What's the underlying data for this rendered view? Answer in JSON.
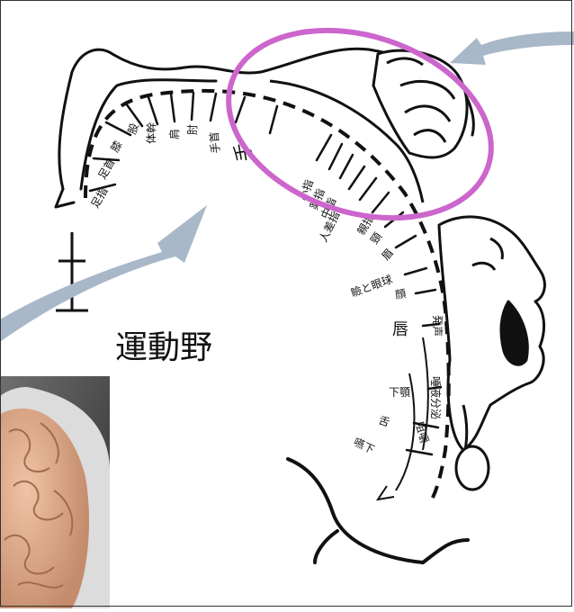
{
  "diagram": {
    "title": "運動野",
    "labels": {
      "foot_fingers": "足指",
      "ankle": "足首",
      "knee": "膝",
      "hip": "股",
      "trunk": "体幹",
      "shoulder": "肩",
      "elbow": "肘",
      "wrist": "手首",
      "hand": "手",
      "little_finger": "小指",
      "ring_finger": "薬指",
      "middle_finger": "中指",
      "index_finger": "人差指",
      "thumb": "親指",
      "neck": "頸",
      "brow": "眉",
      "eye": "瞼と眼球",
      "face": "顔",
      "lips": "唇",
      "vocalization": "発声",
      "jaw": "下顎",
      "salivation": "唾液分泌",
      "tongue": "舌",
      "mastication": "咀嚼",
      "swallowing": "嚥下"
    }
  },
  "colors": {
    "highlight_ellipse": "#cc66cc",
    "arrow": "#a9b8c8",
    "brain_photo": "#d8a489"
  }
}
